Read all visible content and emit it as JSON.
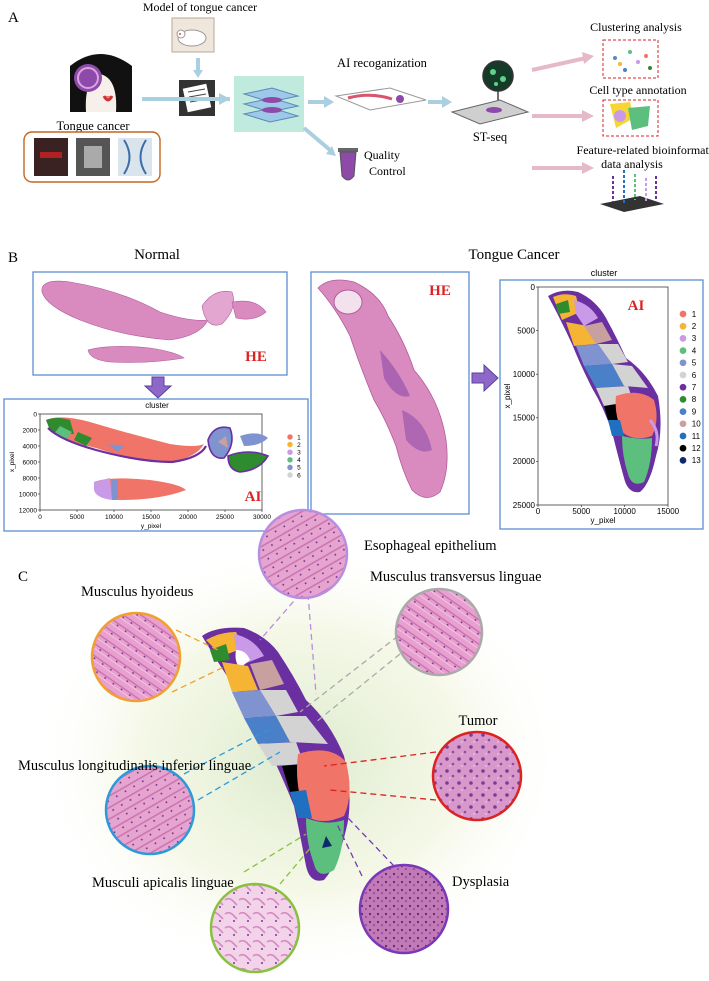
{
  "panels": {
    "a": "A",
    "b": "B",
    "c": "C"
  },
  "workflow": {
    "tongue_cancer": "Tongue cancer",
    "model": "Model of tongue cancer",
    "ai_recognition": "AI recoganization",
    "quality_control": [
      "Quality",
      "Control"
    ],
    "st_seq": "ST-seq",
    "clustering": "Clustering analysis",
    "cell_type": "Cell type annotation",
    "feature": [
      "Feature-related bioinformatic",
      "data analysis"
    ]
  },
  "panel_b": {
    "normal_title": "Normal",
    "cancer_title": "Tongue Cancer",
    "he_label": "HE",
    "ai_label": "AI",
    "normal_chart": {
      "title": "cluster",
      "xlabel": "y_pixel",
      "ylabel": "x_pixel",
      "xticks": [
        "0",
        "5000",
        "10000",
        "15000",
        "20000",
        "25000",
        "30000"
      ],
      "yticks": [
        "0",
        "2000",
        "4000",
        "6000",
        "8000",
        "10000",
        "12000"
      ],
      "legend": [
        "1",
        "2",
        "3",
        "4",
        "5",
        "6"
      ]
    },
    "cancer_chart": {
      "title": "cluster",
      "xlabel": "y_pixel",
      "ylabel": "x_pixel",
      "xticks": [
        "0",
        "5000",
        "10000",
        "15000"
      ],
      "yticks": [
        "0",
        "5000",
        "10000",
        "15000",
        "20000",
        "25000"
      ],
      "legend": [
        "1",
        "2",
        "3",
        "4",
        "5",
        "6",
        "7",
        "8",
        "9",
        "10",
        "11",
        "12",
        "13"
      ]
    }
  },
  "panel_c": {
    "labels": [
      "Esophageal epithelium",
      "Musculus transversus linguae",
      "Musculus hyoideus",
      "Tumor",
      "Musculus longitudinalis inferior linguae",
      "Musculi apicalis linguae",
      "Dysplasia"
    ]
  },
  "colors": {
    "c1": "#f07467",
    "c2": "#f5b433",
    "c3": "#c89ae8",
    "c4": "#5cbf7e",
    "c5": "#7e93cf",
    "c6": "#d3d3d3",
    "c7": "#6a2fa0",
    "c8": "#2e8b2e",
    "c9": "#4a80c8",
    "c10": "#c9a0a0",
    "c11": "#1f70c0",
    "c12": "#000000",
    "c13": "#0e2a6e",
    "he_pink": "#d98bc0",
    "he_purple": "#8e4aa8",
    "arrow": "#a9cfe0",
    "accent_red": "#dd2222"
  }
}
